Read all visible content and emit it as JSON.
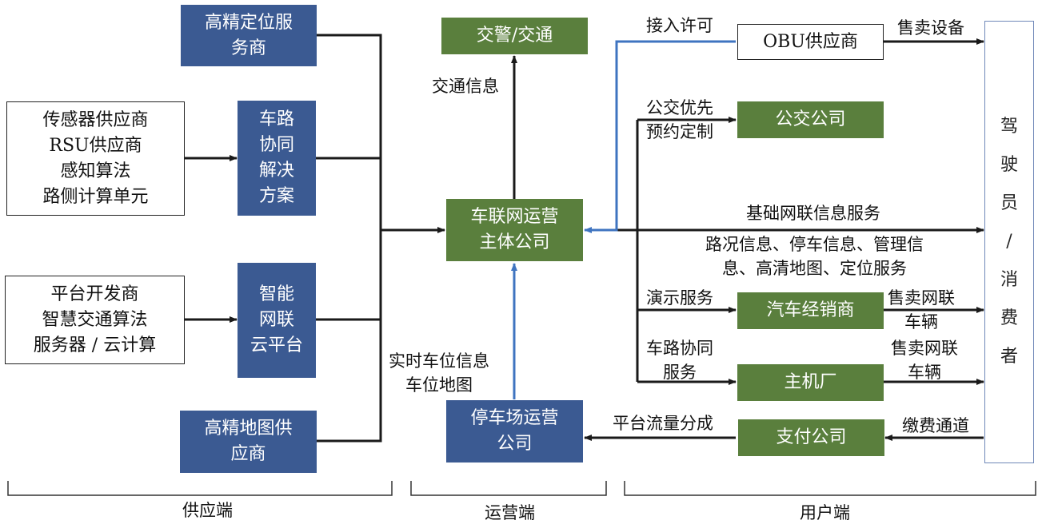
{
  "supply_side": {
    "hd_positioning": "高精定位服\n务商",
    "sensor_group": "传感器供应商\nRSU供应商\n感知算法\n路侧计算单元",
    "v2x_solution": "车路\n协同\n解决\n方案",
    "platform_group": "平台开发商\n智慧交通算法\n服务器 / 云计算",
    "cloud_platform": "智能\n网联\n云平台",
    "hd_map": "高精地图供\n应商"
  },
  "operation_side": {
    "traffic_police": "交警/交通",
    "traffic_info_label": "交通信息",
    "operator": "车联网运营\n主体公司",
    "parking_info_label": "实时车位信息\n车位地图",
    "parking_operator": "停车场运营\n公司"
  },
  "user_side": {
    "access_label": "接入许可",
    "obu_supplier": "OBU供应商",
    "sell_device_label": "售卖设备",
    "bus_label": "公交优先\n预约定制",
    "bus_company": "公交公司",
    "basic_service_label": "基础网联信息服务",
    "service_detail_label": "路况信息、停车信息、管理信\n息、高清地图、定位服务",
    "demo_label": "演示服务",
    "dealer": "汽车经销商",
    "sell_vehicle_label_1": "售卖网联\n车辆",
    "v2x_service_label": "车路协同\n服务",
    "oem": "主机厂",
    "sell_vehicle_label_2": "售卖网联\n车辆",
    "revenue_share_label": "平台流量分成",
    "payment_company": "支付公司",
    "payment_channel_label": "缴费通道",
    "consumer": "驾\n驶\n员\n/\n消\n费\n者"
  },
  "sections": {
    "supply": "供应端",
    "operation": "运营端",
    "user": "用户端"
  },
  "colors": {
    "supply_box": "#3b5a92",
    "operator_box": "#5a7f3d",
    "blue_line": "#3f74c0",
    "black_line": "#1a1a1a"
  }
}
